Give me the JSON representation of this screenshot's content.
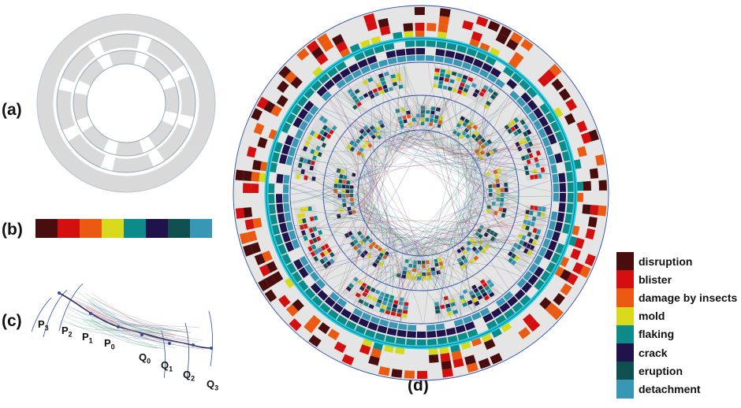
{
  "panel_labels": {
    "a": "(a)",
    "b": "(b)",
    "c": "(c)",
    "d": "(d)"
  },
  "palette": [
    "#4a0d0d",
    "#d40f0f",
    "#ea5a12",
    "#d8d81c",
    "#0d8a8a",
    "#20124a",
    "#0f4f4f",
    "#3797b5"
  ],
  "legend": [
    {
      "label": "disruption",
      "color": "#4a0d0d"
    },
    {
      "label": "blister",
      "color": "#d40f0f"
    },
    {
      "label": "damage by insects",
      "color": "#ea5a12"
    },
    {
      "label": "mold",
      "color": "#d8d81c"
    },
    {
      "label": "flaking",
      "color": "#0d8a8a"
    },
    {
      "label": "crack",
      "color": "#20124a"
    },
    {
      "label": "eruption",
      "color": "#0f4f4f"
    },
    {
      "label": "detachment",
      "color": "#3797b5"
    }
  ],
  "path_points": {
    "p3": {
      "main": "P",
      "sub": "3"
    },
    "p2": {
      "main": "P",
      "sub": "2"
    },
    "p1": {
      "main": "P",
      "sub": "1"
    },
    "p0": {
      "main": "P",
      "sub": "0"
    },
    "q0": {
      "main": "Q",
      "sub": "0"
    },
    "q1": {
      "main": "Q",
      "sub": "1"
    },
    "q2": {
      "main": "Q",
      "sub": "2"
    },
    "q3": {
      "main": "Q",
      "sub": "3"
    }
  },
  "colors": {
    "ring_grey": "#d9d9d9",
    "ring_line": "#2b4fa8",
    "accent_cyan": "#1fd5d5"
  }
}
